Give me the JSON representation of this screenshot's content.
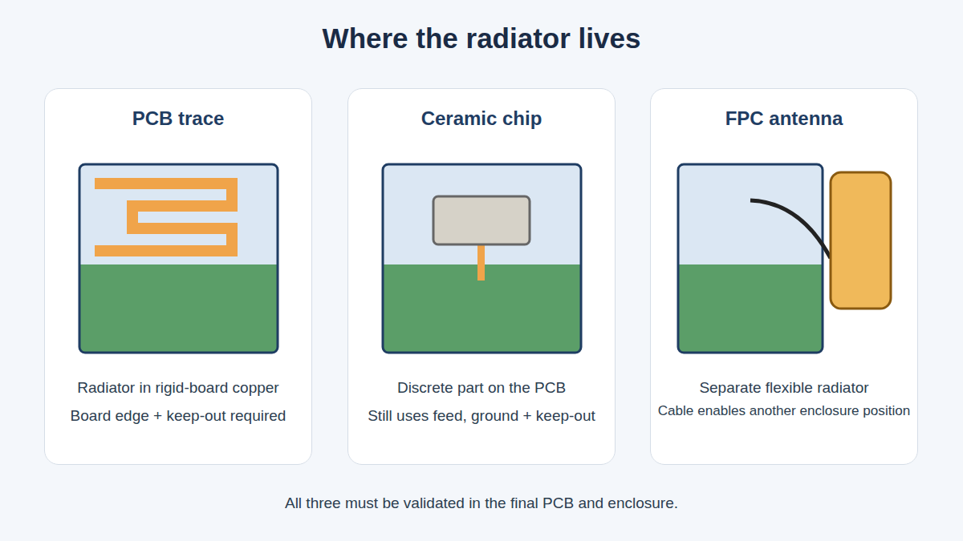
{
  "diagram": {
    "title": "Where the radiator lives",
    "caption": "All three must be validated in the final PCB and enclosure.",
    "nodes": [
      {
        "text": [
          "PCB trace",
          "Radiator in rigid-board copper",
          "Board edge + keep-out required"
        ]
      },
      {
        "text": [
          "Ceramic chip",
          "Discrete part on the PCB",
          "Still uses feed, ground + keep-out"
        ]
      },
      {
        "text": [
          "FPC antenna",
          "Separate flexible radiator",
          "Cable enables another enclosure position"
        ]
      }
    ]
  }
}
